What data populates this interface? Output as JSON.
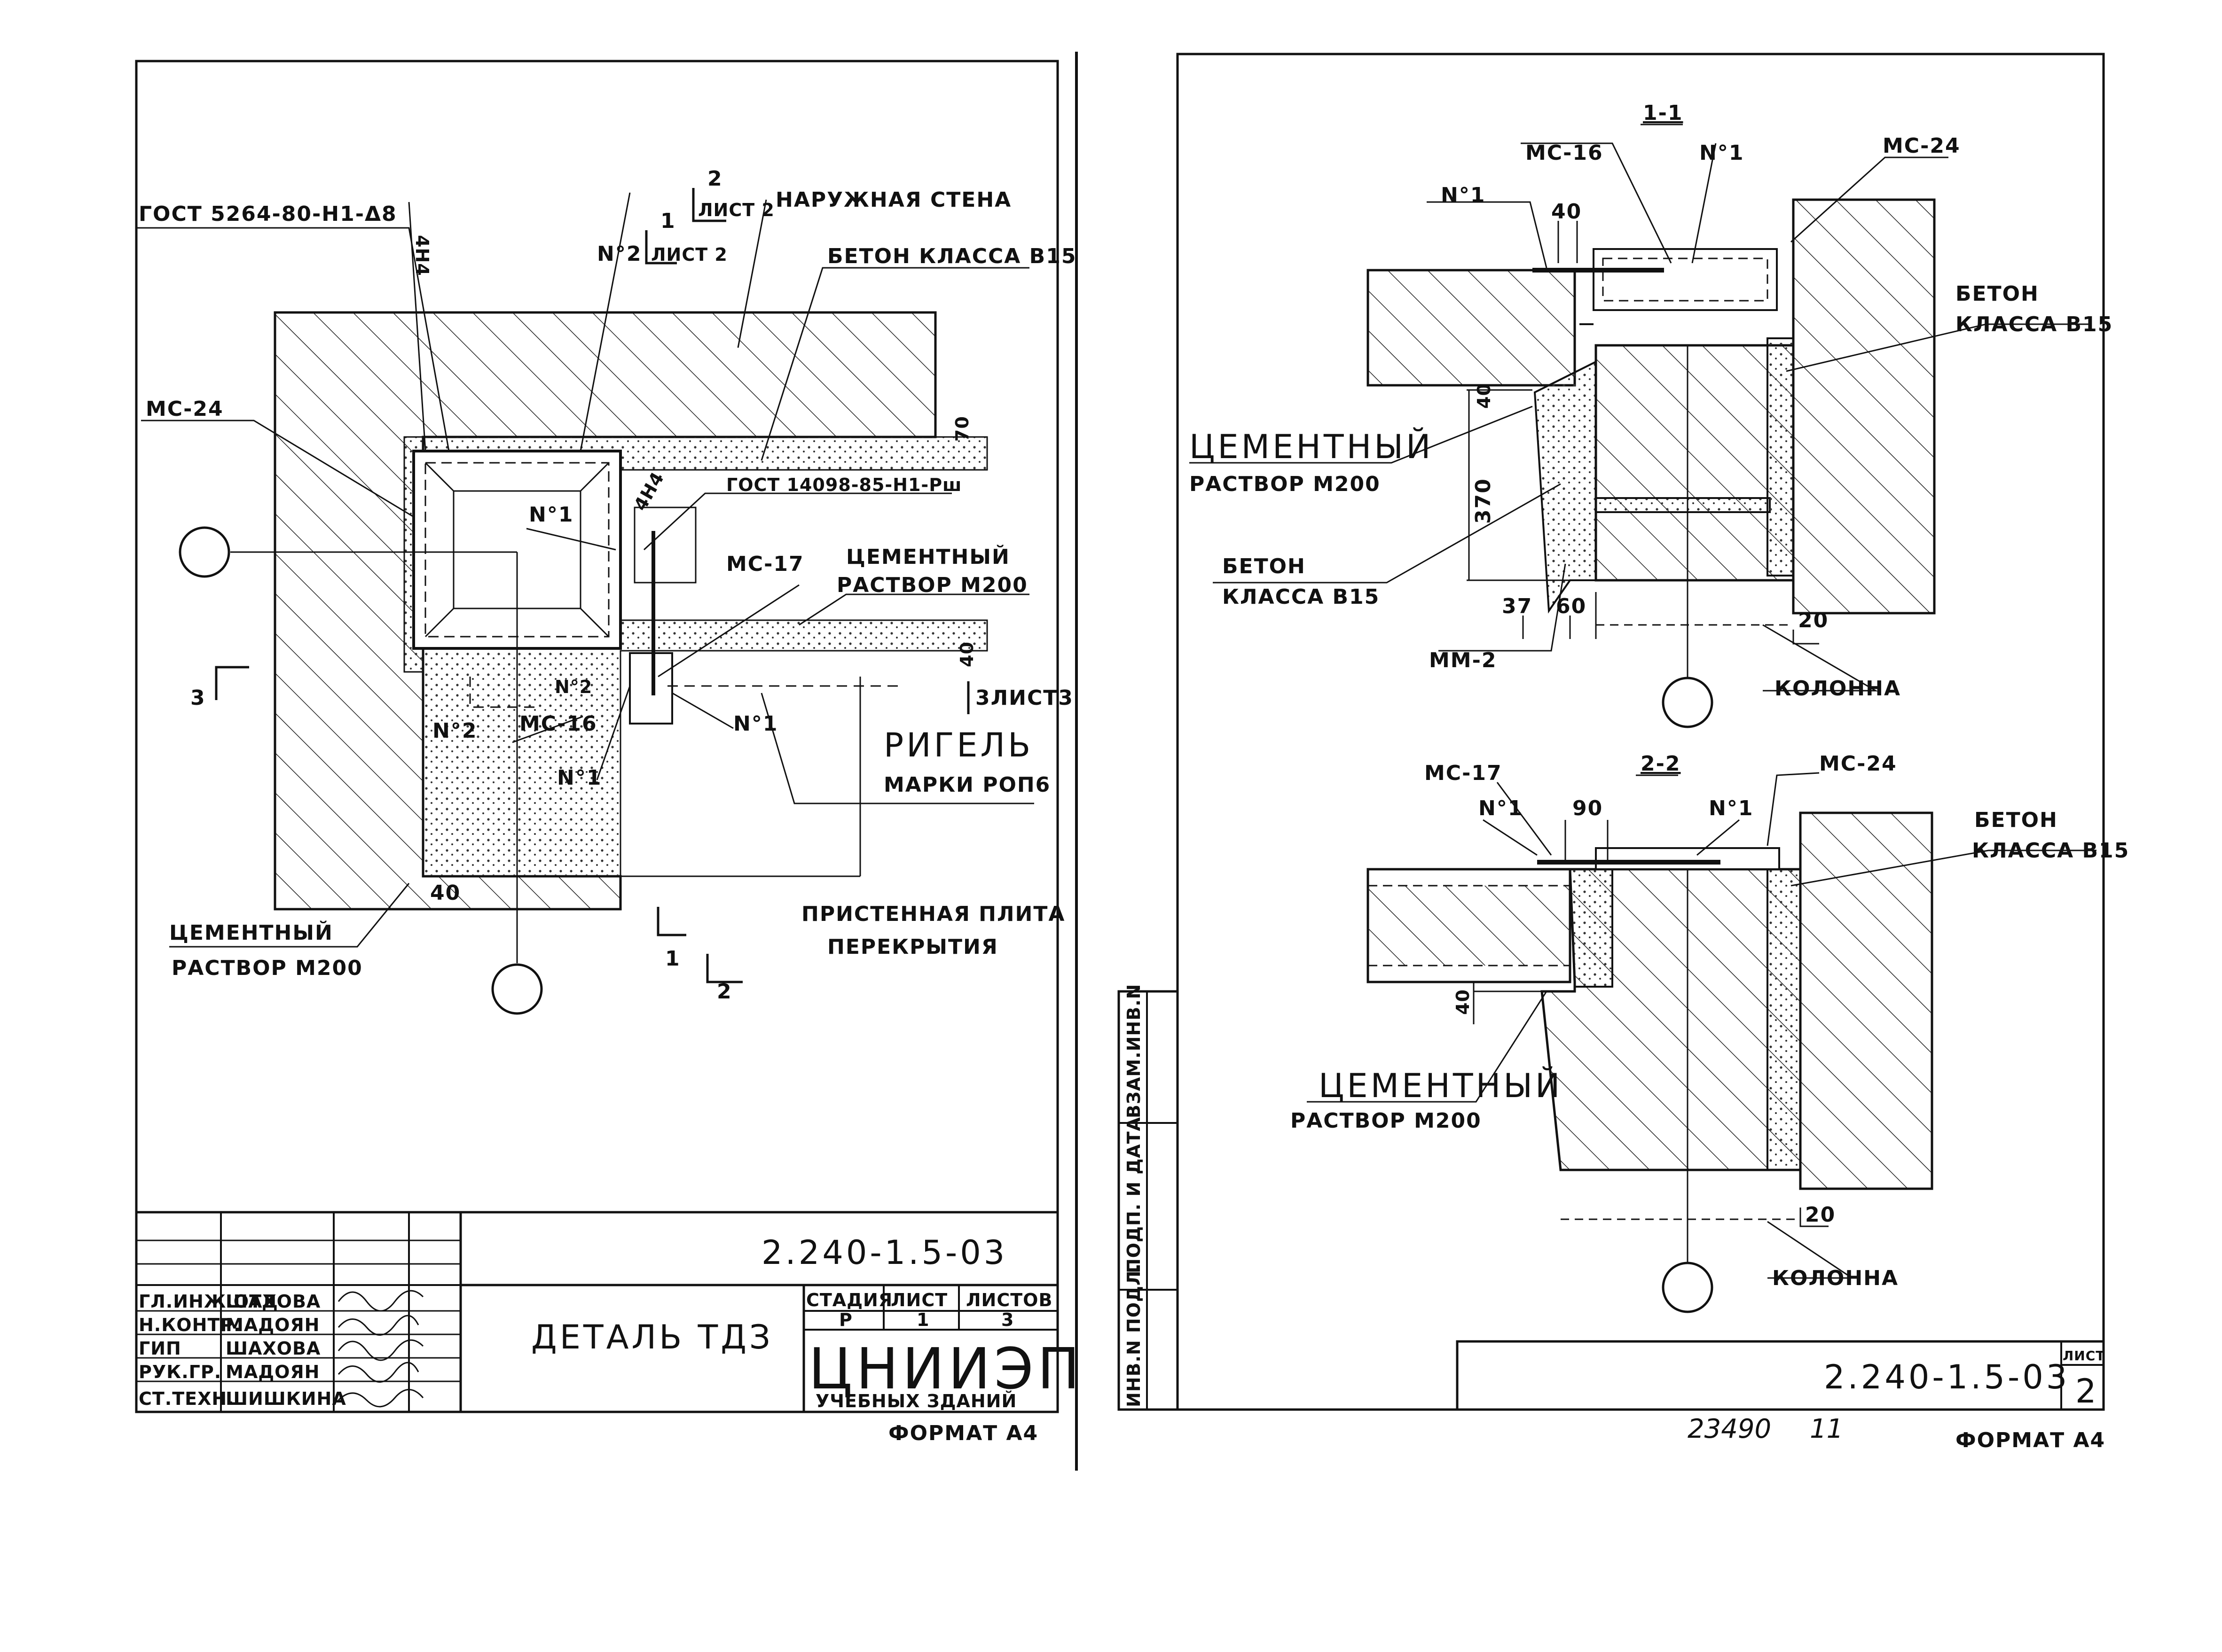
{
  "sheet1": {
    "labels": {
      "gost5264": "ГОСТ 5264-80-Н1-Δ8",
      "vert_4n4": "4Н4",
      "n2_top": "N°2",
      "sec1_num": "1",
      "sec1_sheet": "ЛИСТ 2",
      "sec2_num": "2",
      "sec2_sheet": "ЛИСТ 2",
      "outer_wall": "НАРУЖНАЯ СТЕНА",
      "concrete": "БЕТОН КЛАССА В15",
      "mc24": "МС-24",
      "dim70": "70",
      "gost14098": "ГОСТ 14098-85-Н1-Рш",
      "n1_mid": "N°1",
      "vert_4n4b": "4Н4",
      "mc17": "МС-17",
      "cement1": "ЦЕМЕНТНЫЙ",
      "cement2": "РАСТВОР М200",
      "dim40r": "40",
      "sec3_sheet": "3ЛИСТ3",
      "sec3_mark": "3",
      "n2_low": "N°2",
      "n2_left": "N°2",
      "mc16": "МС-16",
      "n1_right": "N°1",
      "n1_low": "N°1",
      "rigel1": "РИГЕЛЬ",
      "rigel2": "МАРКИ РОП6",
      "dim40b": "40",
      "plate1": "ПРИСТЕННАЯ ПЛИТА",
      "plate2": "ПЕРЕКРЫТИЯ",
      "cementL1": "ЦЕМЕНТНЫЙ",
      "cementL2": "РАСТВОР М200",
      "cut1": "1",
      "cut2": "2"
    },
    "title_block": {
      "code": "2.240-1.5-03",
      "title": "ДЕТАЛЬ ТДЗ",
      "stage_label": "СТАДИЯ",
      "sheet_label": "ЛИСТ",
      "sheets_label": "ЛИСТОВ",
      "stage": "Р",
      "sheet": "1",
      "sheets": "3",
      "org": "ЦНИИЭП",
      "org_sub": "УЧЕБНЫХ ЗДАНИЙ",
      "rows": [
        {
          "role": "ГЛ.ИНЖ.ОТД",
          "name": "ШАХОВА"
        },
        {
          "role": "Н.КОНТР.",
          "name": "МАДОЯН"
        },
        {
          "role": "ГИП",
          "name": "ШАХОВА"
        },
        {
          "role": "РУК.ГР.",
          "name": "МАДОЯН"
        },
        {
          "role": "СТ.ТЕХН.",
          "name": "ШИШКИНА"
        }
      ],
      "format": "ФОРМАТ А4"
    }
  },
  "sheet2": {
    "s11": {
      "title": "1-1",
      "mc16": "МС-16",
      "n1a": "N°1",
      "mc24": "МС-24",
      "n1b": "N°1",
      "dim40": "40",
      "concrete1": "БЕТОН",
      "concrete2": "КЛАССА В15",
      "dim40v": "40",
      "dim370": "370",
      "cement1": "ЦЕМЕНТНЫЙ",
      "cement2": "РАСТВОР М200",
      "concreteL1": "БЕТОН",
      "concreteL2": "КЛАССА В15",
      "dim37": "37",
      "dim60": "60",
      "dim20": "20",
      "mm2": "ММ-2",
      "column": "КОЛОННА"
    },
    "s22": {
      "title": "2-2",
      "mc17": "МС-17",
      "mc24": "МС-24",
      "n1a": "N°1",
      "n1b": "N°1",
      "dim90": "90",
      "concrete1": "БЕТОН",
      "concrete2": "КЛАССА В15",
      "dim40v": "40",
      "cement1": "ЦЕМЕНТНЫЙ",
      "cement2": "РАСТВОР М200",
      "dim20": "20",
      "column": "КОЛОННА"
    },
    "side_stamp": [
      "ИНВ.N ПОДЛ.",
      "ПОДП. И ДАТА",
      "ВЗАМ.ИНВ.N"
    ],
    "title_block": {
      "code": "2.240-1.5-03",
      "sheet_label": "ЛИСТ",
      "sheet": "2",
      "archive": "23490",
      "archive_sub": "11",
      "format": "ФОРМАТ А4"
    }
  }
}
